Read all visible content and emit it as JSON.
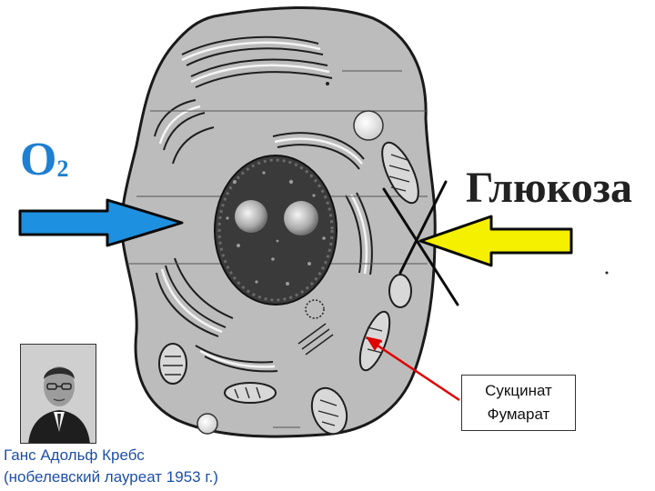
{
  "labels": {
    "oxygen_main": "O",
    "oxygen_sub": "2",
    "glucose": "Глюкоза"
  },
  "metabolites": [
    "Сукцинат",
    "Фумарат"
  ],
  "caption": {
    "line1": "Ганс Адольф Кребс",
    "line2": "(нобелевский лауреат 1953 г.)"
  },
  "colors": {
    "oxygen_arrow": "#1e90e0",
    "glucose_arrow": "#f4f000",
    "pointer_arrow": "#e00000",
    "cytoplasm": "#b9b9b9",
    "nucleus": "#3a3a3a",
    "caption_text": "#1d4fa8"
  }
}
